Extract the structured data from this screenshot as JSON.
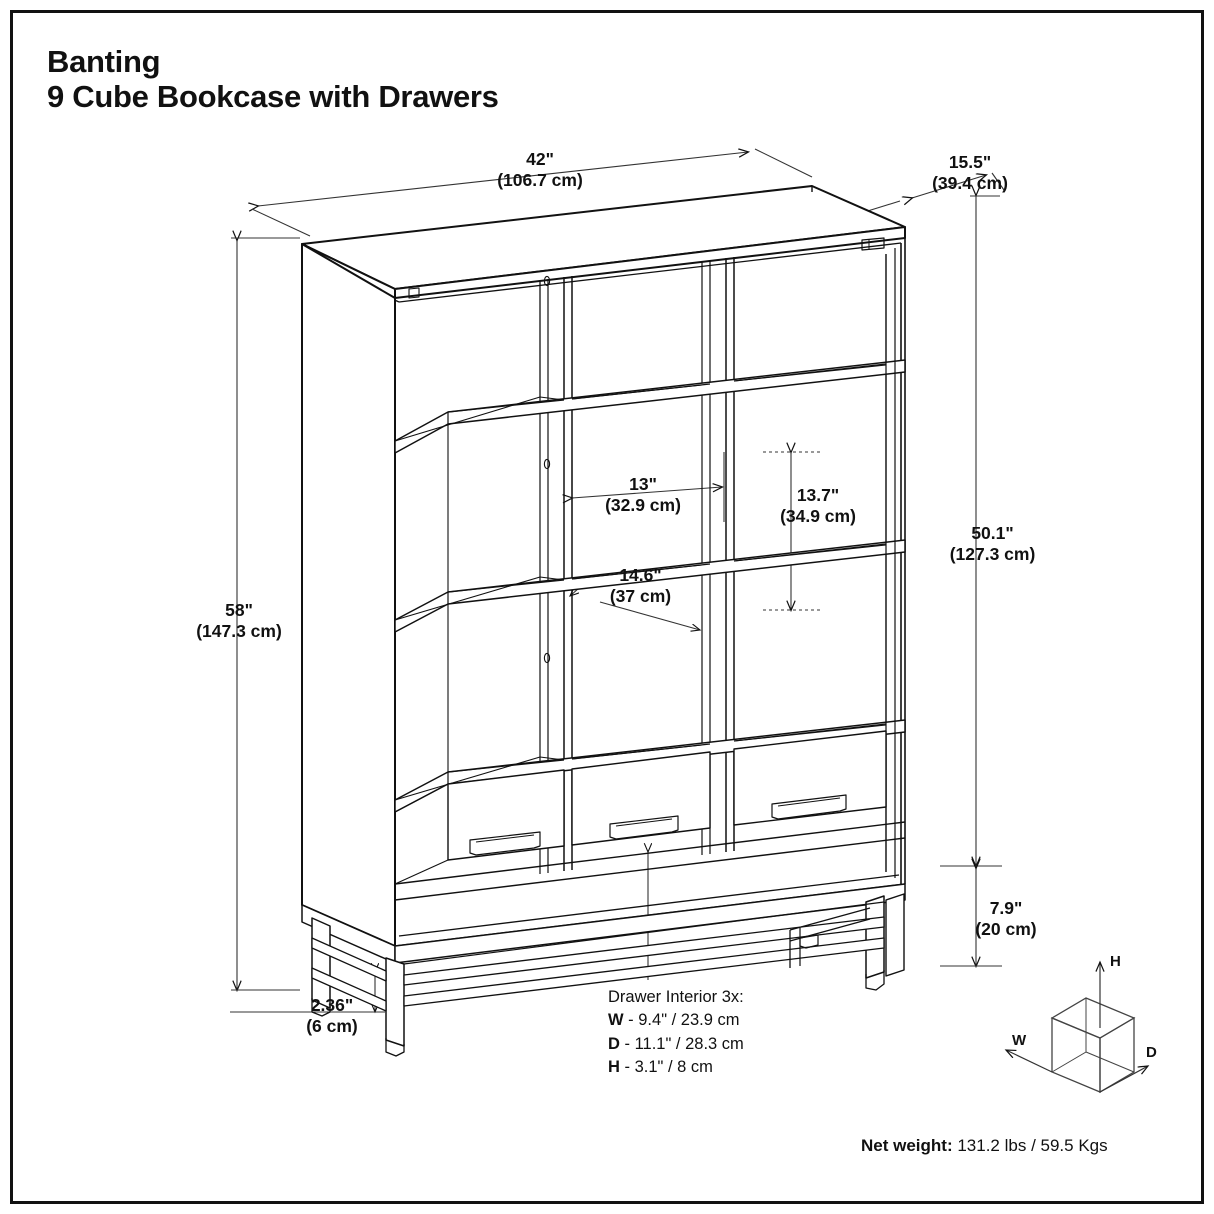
{
  "product": {
    "brand": "Banting",
    "name": "9 Cube Bookcase with Drawers"
  },
  "dimensions": {
    "overall_width": {
      "imperial": "42\"",
      "metric": "(106.7 cm)"
    },
    "overall_depth": {
      "imperial": "15.5\"",
      "metric": "(39.4 cm)"
    },
    "overall_height": {
      "imperial": "58\"",
      "metric": "(147.3 cm)"
    },
    "cabinet_height": {
      "imperial": "50.1\"",
      "metric": "(127.3 cm)"
    },
    "base_height": {
      "imperial": "7.9\"",
      "metric": "(20 cm)"
    },
    "leg_height": {
      "imperial": "2.36\"",
      "metric": "(6 cm)"
    },
    "cube_width": {
      "imperial": "13\"",
      "metric": "(32.9 cm)"
    },
    "cube_height": {
      "imperial": "13.7\"",
      "metric": "(34.9 cm)"
    },
    "cube_depth": {
      "imperial": "14.6\"",
      "metric": "(37 cm)"
    }
  },
  "drawer_interior": {
    "heading": "Drawer Interior 3x:",
    "width_key": "W",
    "width_value": "- 9.4\" / 23.9 cm",
    "depth_key": "D",
    "depth_value": "- 11.1\" / 28.3 cm",
    "height_key": "H",
    "height_value": "- 3.1\" / 8 cm"
  },
  "net_weight": {
    "label": "Net weight:",
    "value": "131.2 lbs / 59.5 Kgs"
  },
  "axis_legend": {
    "width_axis": "W",
    "depth_axis": "D",
    "height_axis": "H"
  },
  "colors": {
    "line": "#111111",
    "background": "#ffffff",
    "thin_line": "#333333"
  }
}
